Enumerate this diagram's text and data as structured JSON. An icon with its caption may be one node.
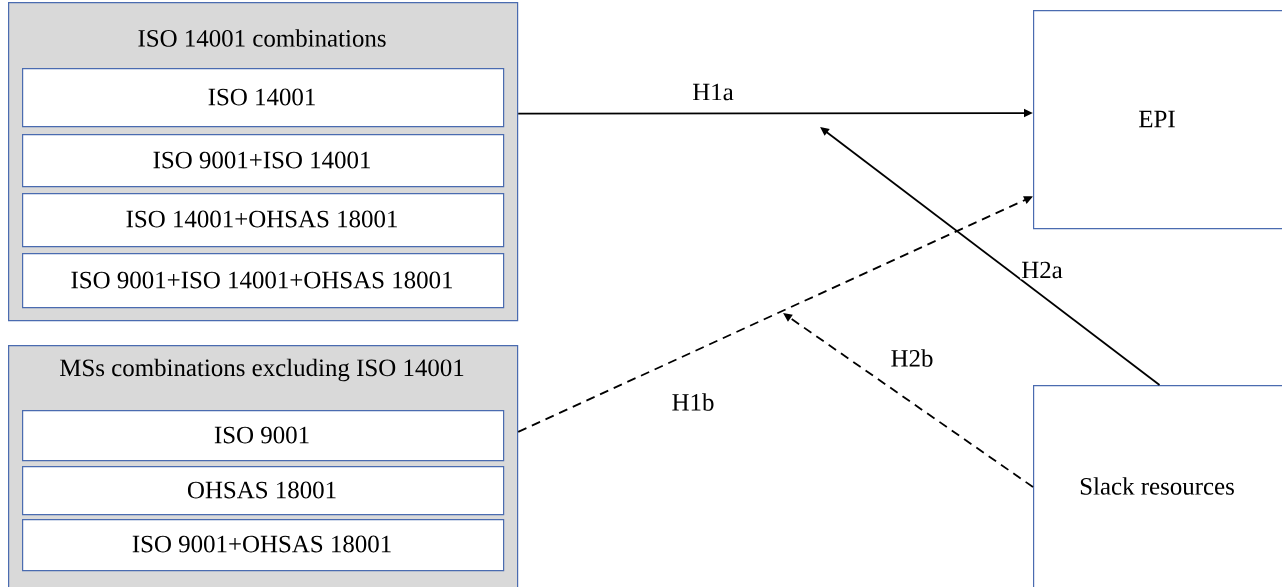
{
  "diagram": {
    "nodes": [
      {
        "text": [
          "ISO 14001 combinations"
        ]
      },
      {
        "text": [
          "ISO 14001"
        ],
        "in": 0
      },
      {
        "text": [
          "ISO 9001+ISO 14001"
        ],
        "in": 0
      },
      {
        "text": [
          "ISO 14001+OHSAS 18001"
        ],
        "in": 0
      },
      {
        "text": [
          "ISO 9001+ISO 14001+OHSAS 18001"
        ],
        "in": 0
      },
      {
        "text": [
          "MSs combinations excluding ISO 14001"
        ]
      },
      {
        "text": [
          "ISO 9001"
        ],
        "in": 5
      },
      {
        "text": [
          "OHSAS 18001"
        ],
        "in": 5
      },
      {
        "text": [
          "ISO 9001+OHSAS 18001"
        ],
        "in": 5
      },
      {
        "text": [
          "EPI"
        ]
      },
      {
        "text": [
          "Slack resources"
        ]
      }
    ],
    "edges": [
      {
        "from": 0,
        "to": 9,
        "arrow": "to",
        "label": "H1a"
      },
      {
        "from": 5,
        "to": 9,
        "arrow": "to",
        "label": "H1b",
        "style": "dashed"
      },
      {
        "from": 10,
        "to": null,
        "arrow": "to",
        "label": "H2a"
      },
      {
        "from": 10,
        "to": null,
        "arrow": "to",
        "label": "H2b",
        "style": "dashed"
      }
    ]
  }
}
